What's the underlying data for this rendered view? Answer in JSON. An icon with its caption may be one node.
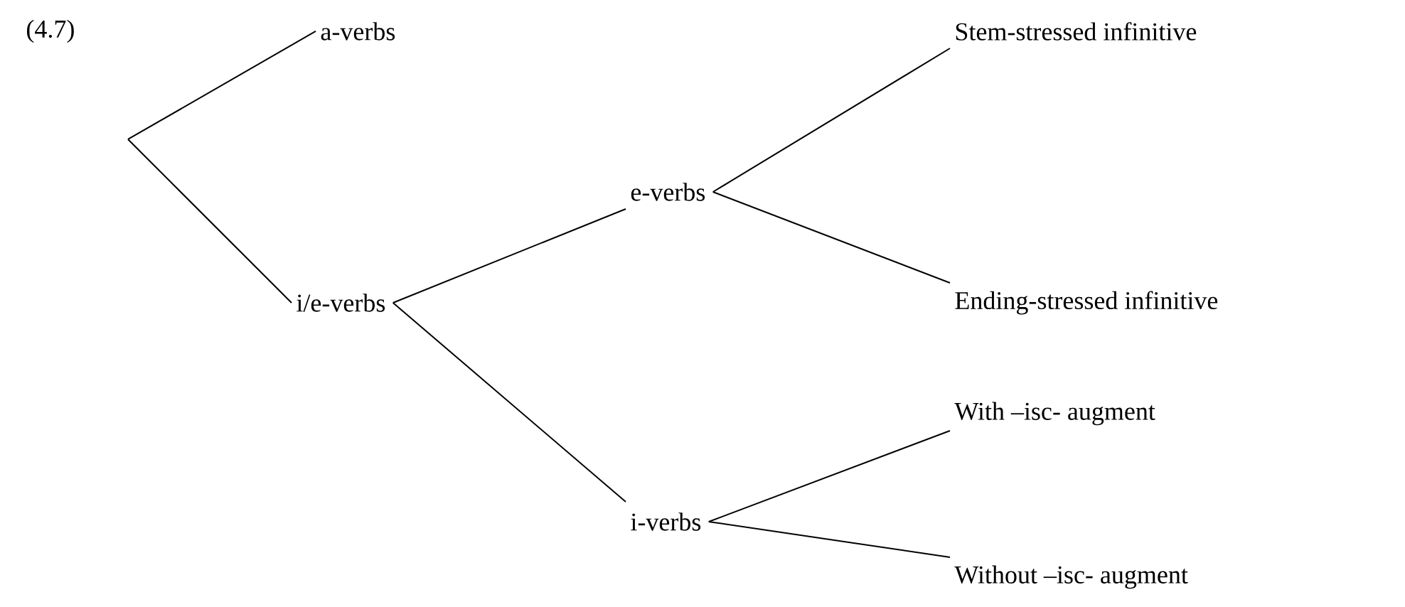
{
  "diagram": {
    "nodes": [
      {
        "text": [
          "a-verbs"
        ]
      },
      {
        "text": [
          "i/e-verbs"
        ]
      },
      {
        "text": [
          "e-verbs"
        ]
      },
      {
        "text": [
          "i-verbs"
        ]
      },
      {
        "text": [
          "Stem-stressed infinitive"
        ]
      },
      {
        "text": [
          "Ending-stressed infinitive"
        ]
      },
      {
        "text": [
          "With –isc- augment"
        ]
      },
      {
        "text": [
          "Without –isc- augment"
        ]
      }
    ],
    "edges": [
      {
        "from": null,
        "to": 0,
        "arrow": "none"
      },
      {
        "from": null,
        "to": 1,
        "arrow": "none"
      },
      {
        "from": 1,
        "to": 2,
        "arrow": "none"
      },
      {
        "from": 1,
        "to": 3,
        "arrow": "none"
      },
      {
        "from": 2,
        "to": 4,
        "arrow": "none"
      },
      {
        "from": 2,
        "to": 5,
        "arrow": "none"
      },
      {
        "from": 3,
        "to": 6,
        "arrow": "none"
      },
      {
        "from": 3,
        "to": 7,
        "arrow": "none"
      }
    ],
    "labels": [
      "(4.7)"
    ]
  }
}
